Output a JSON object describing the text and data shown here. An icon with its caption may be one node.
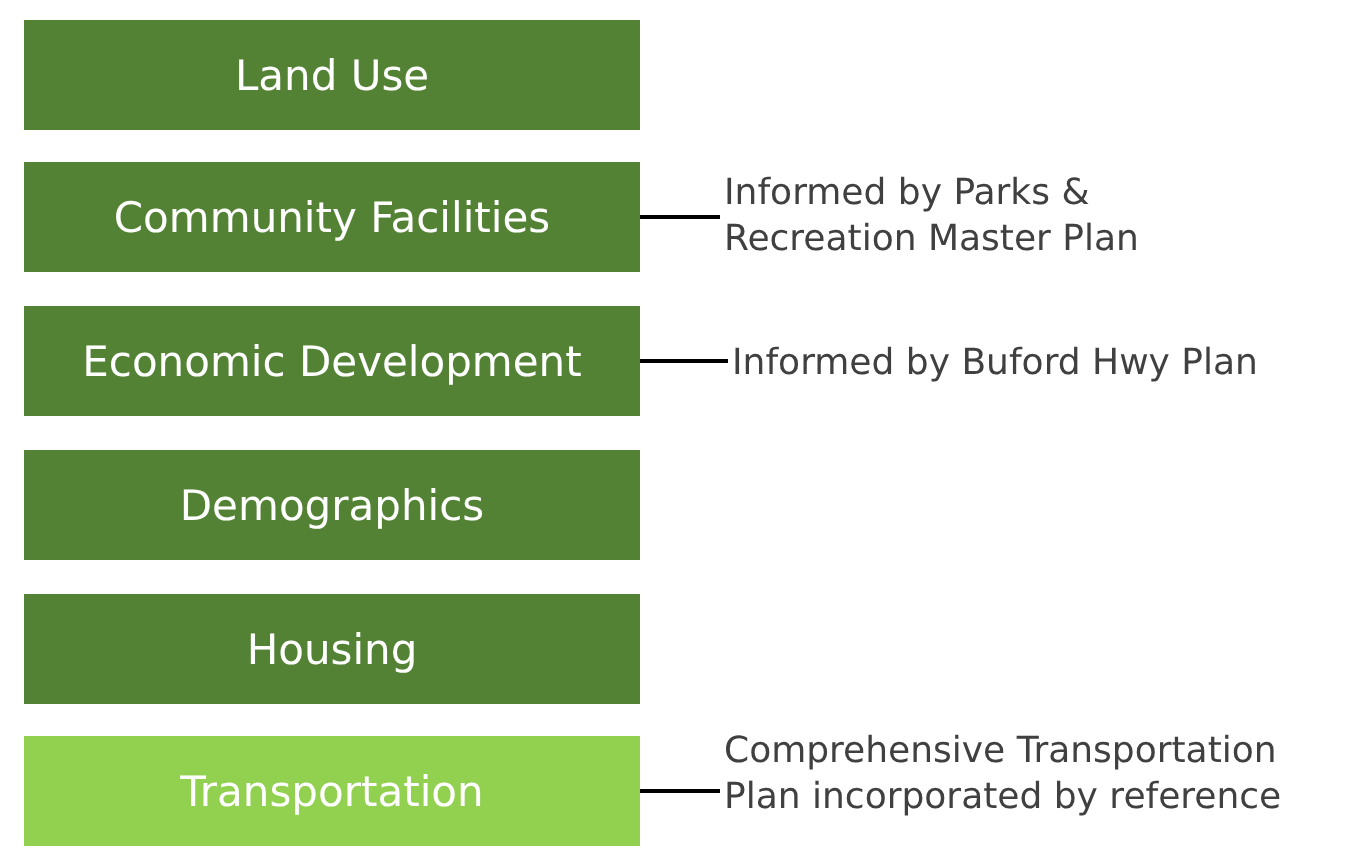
{
  "diagram": {
    "nodes": [
      {
        "text": [
          "Land Use"
        ]
      },
      {
        "text": [
          "Community Facilities"
        ]
      },
      {
        "text": [
          "Economic Development"
        ]
      },
      {
        "text": [
          "Demographics"
        ]
      },
      {
        "text": [
          "Housing"
        ]
      },
      {
        "text": [
          "Transportation"
        ]
      },
      {
        "text": [
          "Informed by Parks & Recreation Master Plan"
        ]
      },
      {
        "text": [
          "Informed by Buford Hwy Plan"
        ]
      },
      {
        "text": [
          "Comprehensive Transportation Plan incorporated by reference"
        ]
      }
    ],
    "edges": [
      {
        "from": 1,
        "to": 6,
        "arrow": "none"
      },
      {
        "from": 2,
        "to": 7,
        "arrow": "none"
      },
      {
        "from": 5,
        "to": 8,
        "arrow": "none"
      }
    ]
  }
}
